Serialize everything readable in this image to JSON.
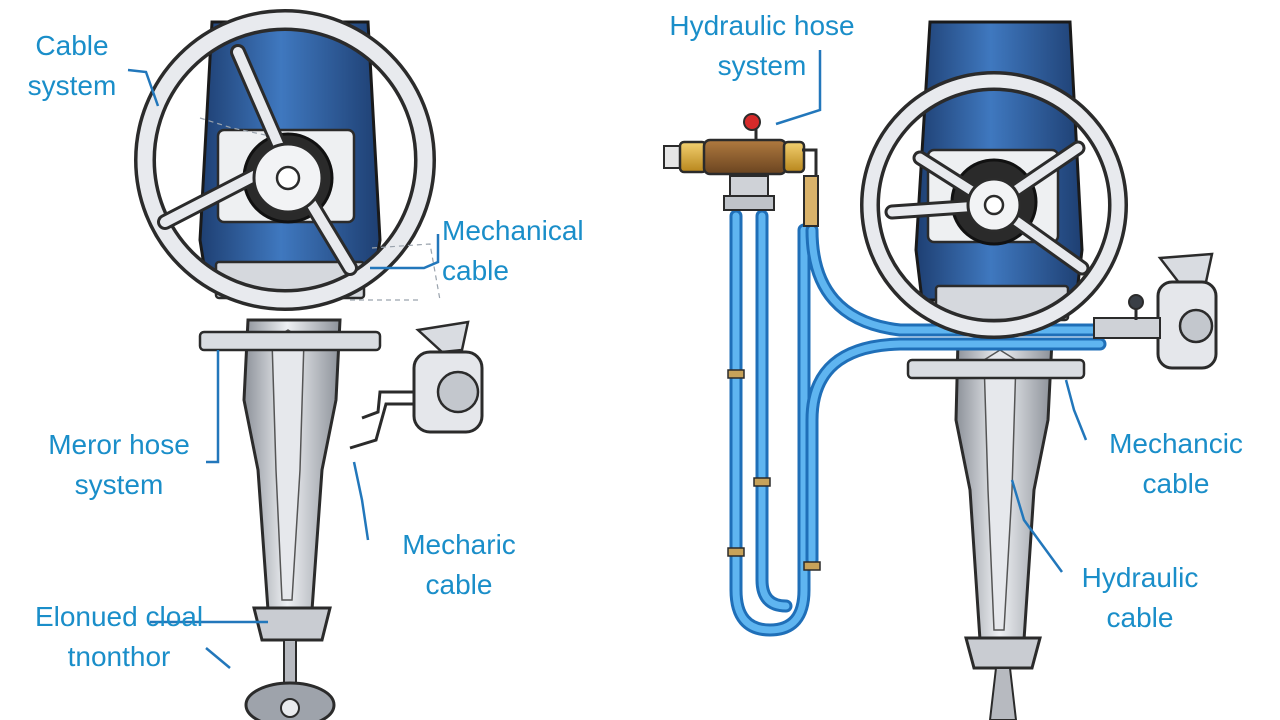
{
  "colors": {
    "label_text": "#1a8ec9",
    "leader_line": "#2277bb",
    "motor_blue": "#2f5f9e",
    "motor_blue_dark": "#1e3f72",
    "hose_blue": "#1f8fe0",
    "metal": "#c9ccd2",
    "metal_dark": "#7d828a",
    "outline": "#2b2b2b",
    "brass": "#d4a72c",
    "hose_body": "#8a5a2b"
  },
  "icons": [
    "steering-wheel-icon",
    "outboard-motor-icon",
    "hydraulic-pump-icon",
    "control-lever-icon"
  ],
  "labels": {
    "cable_system": "Cable\nsystem",
    "mechanical_cable": "Mechanical\ncable",
    "meror_hose_system": "Meror hose\nsystem",
    "mechanic_cable_left": "Mecharic\ncable",
    "elonued_cloal": "Elonued cloal\ntnonthor",
    "hydraulic_hose_system": "Hydraulic hose\nsystem",
    "mechanic_cable_right": "Mechancic\ncable",
    "hydraulic_cable": "Hydraulic\ncable"
  }
}
